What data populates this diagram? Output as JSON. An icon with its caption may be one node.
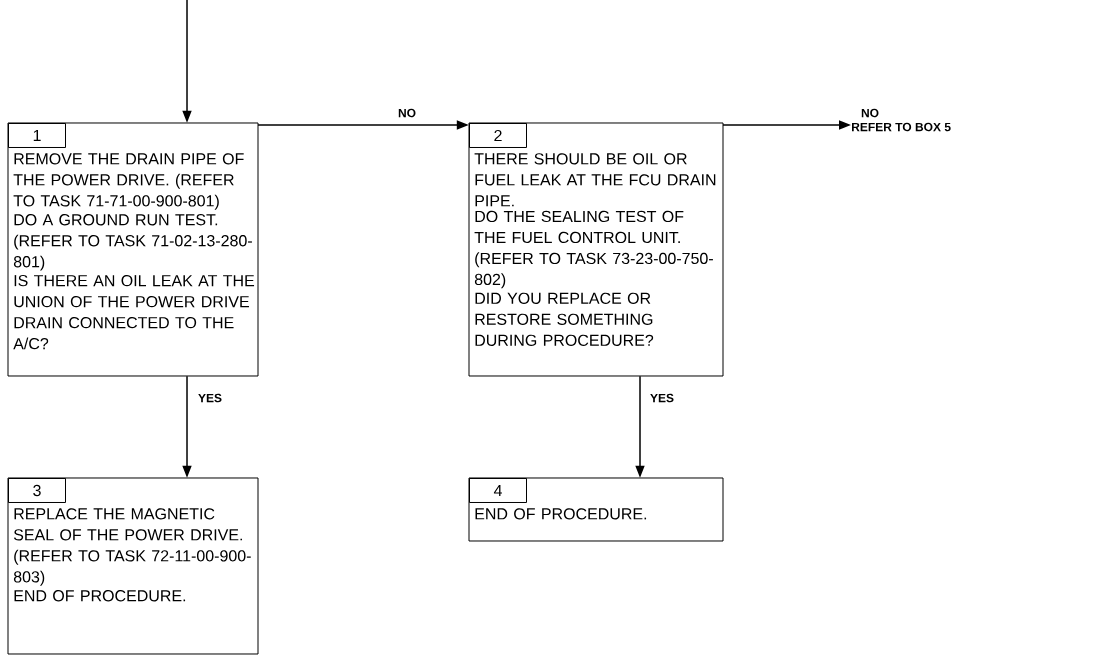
{
  "diagram": {
    "nodes": [
      {
        "text": [
          "1",
          "REMOVE THE DRAIN PIPE OF THE POWER DRIVE. (REFER TO TASK  71-71-00-900-801)",
          "DO A GROUND RUN TEST. (REFER TO TASK 71-02-13-280-801)",
          "IS THERE AN OIL LEAK AT THE UNION OF THE POWER DRIVE DRAIN CONNECTED TO THE A/C?"
        ]
      },
      {
        "text": [
          "2",
          "THERE SHOULD BE OIL OR FUEL LEAK AT THE FCU DRAIN PIPE.",
          "DO THE SEALING TEST OF THE FUEL CONTROL UNIT. (REFER TO TASK 73-23-00-750-802)",
          "DID YOU REPLACE OR RESTORE SOMETHING DURING PROCEDURE?"
        ]
      },
      {
        "text": [
          "3",
          "REPLACE THE MAGNETIC SEAL OF THE POWER DRIVE. (REFER TO TASK 72-11-00-900-803)",
          "END OF PROCEDURE."
        ]
      },
      {
        "text": [
          "4",
          "END OF PROCEDURE."
        ]
      },
      {
        "text": [
          "REFER TO BOX 5"
        ]
      }
    ],
    "edges": [
      {
        "from": null,
        "to": 0,
        "arrow": "to"
      },
      {
        "from": 0,
        "to": 1,
        "arrow": "to",
        "label": "NO"
      },
      {
        "from": 1,
        "to": 4,
        "arrow": "to",
        "label": "NO"
      },
      {
        "from": 0,
        "to": 2,
        "arrow": "to",
        "label": "YES"
      },
      {
        "from": 1,
        "to": 3,
        "arrow": "to",
        "label": "YES"
      }
    ]
  }
}
